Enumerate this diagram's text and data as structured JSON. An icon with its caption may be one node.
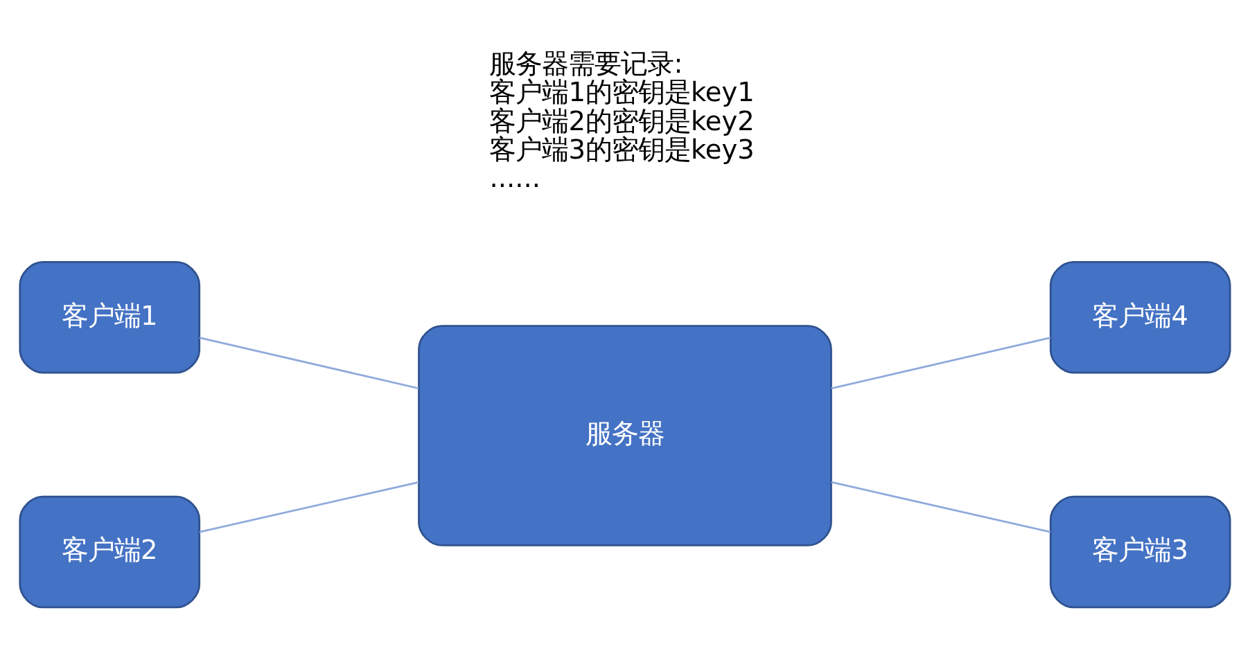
{
  "diagram": {
    "nodes": [
      {
        "text": [
          "客户端1"
        ]
      },
      {
        "text": [
          "客户端4"
        ]
      },
      {
        "text": [
          "服务器"
        ],
        "beside": [
          "服务器需要记录:",
          "客户端1的密钥是key1",
          "客户端2的密钥是key2",
          "客户端3的密钥是key3",
          "......"
        ]
      },
      {
        "text": [
          "客户端2"
        ]
      },
      {
        "text": [
          "客户端3"
        ]
      }
    ],
    "edges": [
      {
        "from": 0,
        "to": 2,
        "arrow": "none"
      },
      {
        "from": 3,
        "to": 2,
        "arrow": "none"
      },
      {
        "from": 2,
        "to": 1,
        "arrow": "none"
      },
      {
        "from": 2,
        "to": 4,
        "arrow": "none"
      }
    ]
  }
}
